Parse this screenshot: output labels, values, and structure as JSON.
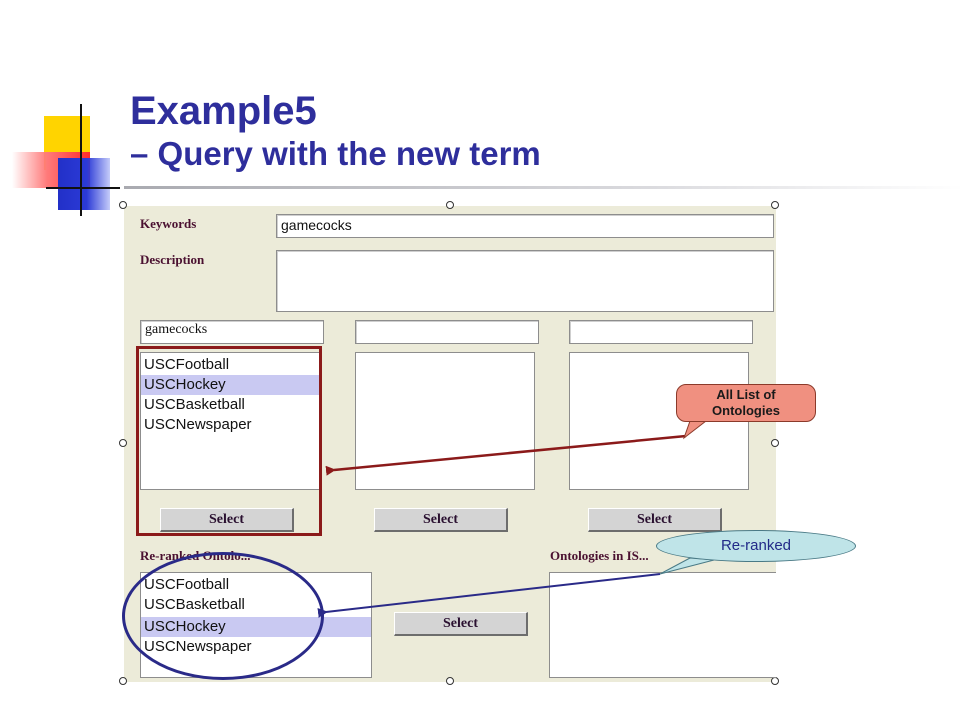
{
  "slide": {
    "title": "Example5",
    "subtitle": "– Query with the new term"
  },
  "form": {
    "keywords_label": "Keywords",
    "keywords_value": "gamecocks",
    "description_label": "Description",
    "description_value": "",
    "search_columns": [
      {
        "input_value": "gamecocks",
        "options": [
          "USCFootball",
          "USCHockey",
          "USCBasketball",
          "USCNewspaper"
        ],
        "selected_index": 1,
        "button_label": "Select"
      },
      {
        "input_value": "",
        "options": [],
        "button_label": "Select"
      },
      {
        "input_value": "",
        "options": [],
        "button_label": "Select"
      }
    ],
    "reranked_label": "Re-ranked Ontolo...",
    "reranked_options": [
      "USCFootball",
      "USCBasketball",
      "USCHockey",
      "USCNewspaper"
    ],
    "reranked_selected_index": 2,
    "reranked_button_label": "Select",
    "ontologies_label": "Ontologies in IS..."
  },
  "annotations": {
    "all_list_callout": "All List of\nOntologies",
    "reranked_callout": "Re-ranked"
  },
  "colors": {
    "title": "#2e2e9c",
    "panel": "#ecebd9",
    "highlight": "#c9c9f2",
    "red_frame": "#8b1a1a",
    "blue_frame": "#2a2a88"
  }
}
